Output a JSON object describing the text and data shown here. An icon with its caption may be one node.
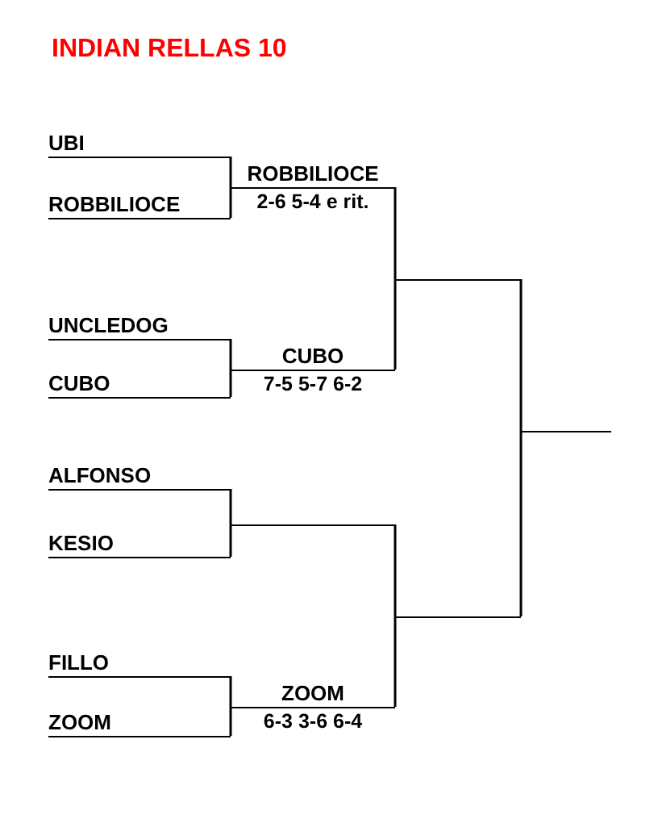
{
  "diagram": {
    "title": "INDIAN RELLAS 10",
    "nodes": [
      {
        "text": [
          "UBI"
        ]
      },
      {
        "text": [
          "ROBBILIOCE"
        ]
      },
      {
        "text": [
          "UNCLEDOG"
        ]
      },
      {
        "text": [
          "CUBO"
        ]
      },
      {
        "text": [
          "ALFONSO"
        ]
      },
      {
        "text": [
          "KESIO"
        ]
      },
      {
        "text": [
          "FILLO"
        ]
      },
      {
        "text": [
          "ZOOM"
        ]
      },
      {
        "text": [
          "ROBBILIOCE",
          "2-6 5-4 e rit."
        ]
      },
      {
        "text": [
          "CUBO",
          "7-5 5-7 6-2"
        ]
      },
      {
        "text": [],
        "shape": "line"
      },
      {
        "text": [
          "ZOOM",
          "6-3 3-6 6-4"
        ]
      },
      {
        "text": [],
        "shape": "line"
      },
      {
        "text": [],
        "shape": "line"
      },
      {
        "text": [],
        "shape": "line"
      }
    ],
    "edges": [
      {
        "from": 0,
        "to": 8,
        "arrow": "none"
      },
      {
        "from": 1,
        "to": 8,
        "arrow": "none"
      },
      {
        "from": 2,
        "to": 9,
        "arrow": "none"
      },
      {
        "from": 3,
        "to": 9,
        "arrow": "none"
      },
      {
        "from": 4,
        "to": 10,
        "arrow": "none"
      },
      {
        "from": 5,
        "to": 10,
        "arrow": "none"
      },
      {
        "from": 6,
        "to": 11,
        "arrow": "none"
      },
      {
        "from": 7,
        "to": 11,
        "arrow": "none"
      },
      {
        "from": 8,
        "to": 12,
        "arrow": "none"
      },
      {
        "from": 9,
        "to": 12,
        "arrow": "none"
      },
      {
        "from": 10,
        "to": 13,
        "arrow": "none"
      },
      {
        "from": 11,
        "to": 13,
        "arrow": "none"
      },
      {
        "from": 12,
        "to": 14,
        "arrow": "none"
      },
      {
        "from": 13,
        "to": 14,
        "arrow": "none"
      }
    ]
  }
}
